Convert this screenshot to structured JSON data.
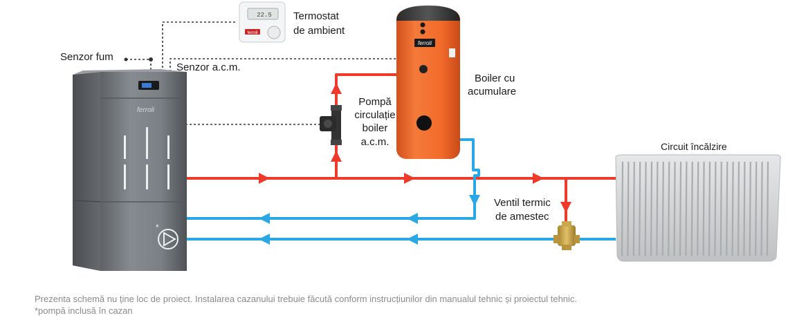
{
  "labels": {
    "thermostat_line1": "Termostat",
    "thermostat_line2": "de ambient",
    "flue_sensor": "Senzor fum",
    "dhw_sensor": "Senzor a.c.m.",
    "boiler_line1": "Boiler cu",
    "boiler_line2": "acumulare",
    "pump_line1": "Pompă",
    "pump_line2": "circulație",
    "pump_line3": "boiler",
    "pump_line4": "a.c.m.",
    "heating_circuit": "Circuit încălzire",
    "valve_line1": "Ventil termic",
    "valve_line2": "de amestec"
  },
  "brand": {
    "logo_text": "ferroli",
    "thermostat_display": "22.5"
  },
  "footer": {
    "disclaimer": "Prezenta schemă nu ține loc de proiect. Instalarea cazanului trebuie făcută conform instrucțiunilor din manualul tehnic și proiectul tehnic.",
    "footnote": "*pompă inclusă în cazan"
  },
  "colors": {
    "hot_pipe": "#ee3a2a",
    "cold_pipe": "#2aa8e6",
    "tank": "#f26b2a",
    "boiler_body": "#7d8287",
    "radiator": "#d4d6d8"
  }
}
